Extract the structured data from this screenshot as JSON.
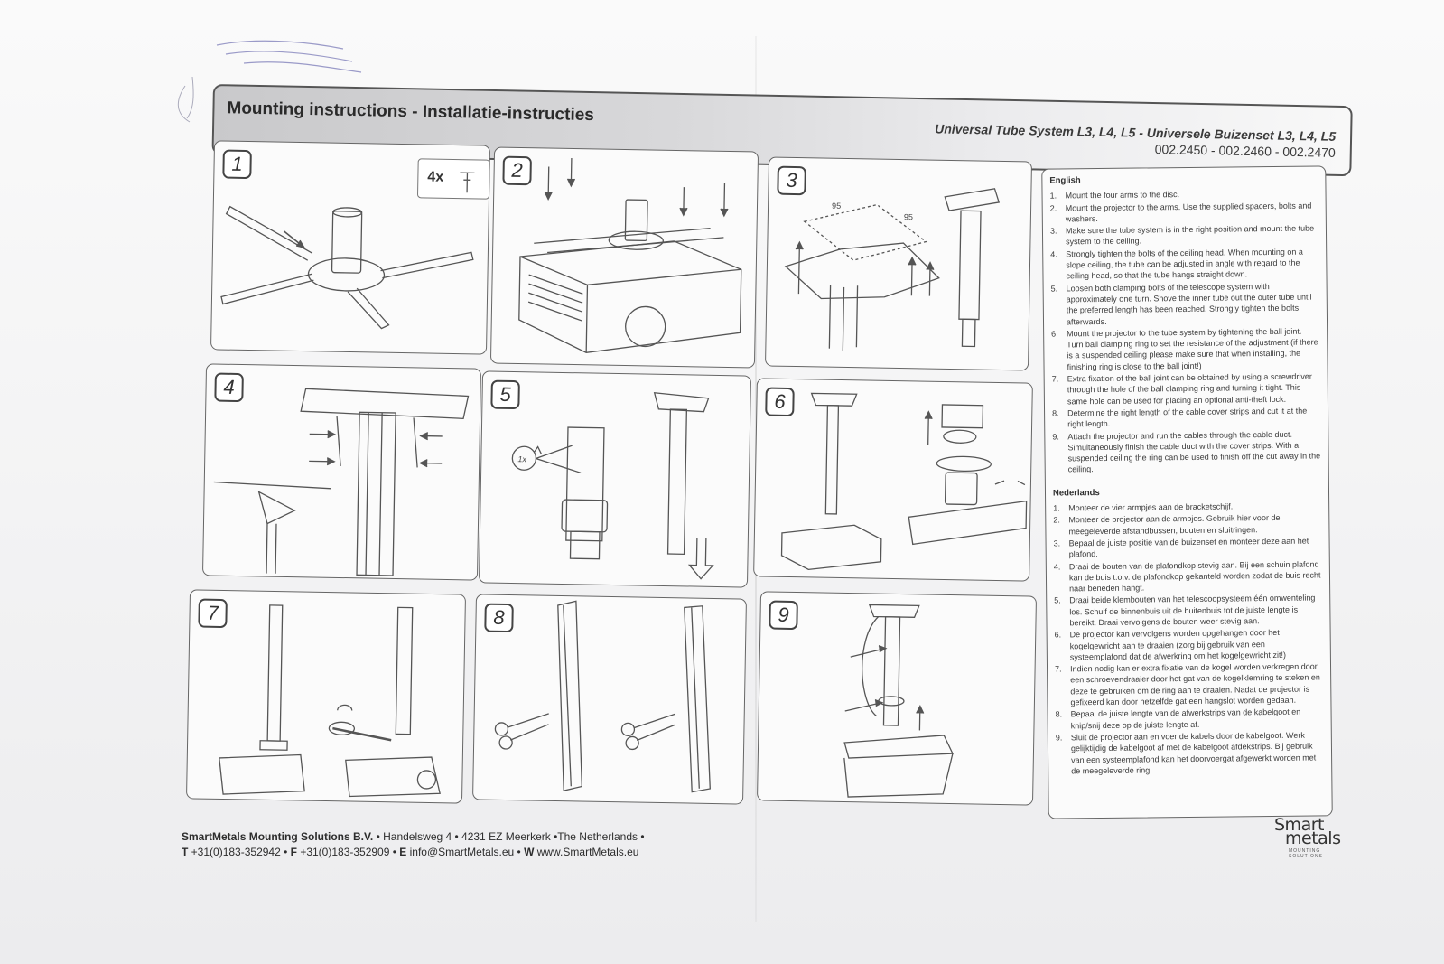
{
  "header": {
    "title": "Mounting instructions - Installatie-instructies",
    "product": "Universal Tube System L3, L4, L5 - Universele Buizenset L3, L4, L5",
    "codes": "002.2450 - 002.2460 - 002.2470"
  },
  "steps": [
    {
      "num": "1",
      "qty": "4x"
    },
    {
      "num": "2"
    },
    {
      "num": "3",
      "dim_a": "95",
      "dim_b": "95"
    },
    {
      "num": "4"
    },
    {
      "num": "5",
      "turns": "1x"
    },
    {
      "num": "6"
    },
    {
      "num": "7"
    },
    {
      "num": "8"
    },
    {
      "num": "9"
    }
  ],
  "english": {
    "heading": "English",
    "items": [
      "Mount the four arms to the disc.",
      "Mount the projector to the arms. Use the supplied spacers, bolts and washers.",
      "Make sure the tube system is in the right position and mount the tube system to the ceiling.",
      "Strongly tighten the bolts of the ceiling head. When mounting on a slope ceiling, the tube can be adjusted in angle with regard to the ceiling head, so that the tube hangs straight down.",
      "Loosen both clamping bolts of the telescope system with approximately one turn. Shove the inner tube out the outer tube until the preferred length has been reached. Strongly tighten the bolts afterwards.",
      "Mount the projector to the tube system by tightening the ball joint. Turn ball clamping ring to set the resistance of the adjustment (if there is a suspended ceiling please make sure that when installing, the finishing ring is close to the ball joint!)",
      "Extra fixation of the ball joint can be obtained by using a screwdriver through the hole of the ball clamping ring and turning it tight. This same hole can be used for placing an optional anti-theft lock.",
      "Determine the right length of the cable cover strips and cut it at the right length.",
      "Attach the projector and run the cables through the cable duct. Simultaneously finish the cable duct with the cover strips. With a suspended ceiling the ring can be used to finish off the cut away in the ceiling."
    ]
  },
  "dutch": {
    "heading": "Nederlands",
    "items": [
      "Monteer de vier armpjes aan de bracketschijf.",
      "Monteer de projector aan de armpjes. Gebruik hier voor de meegeleverde afstandbussen, bouten en sluitringen.",
      "Bepaal de juiste positie van de buizenset en monteer deze aan het plafond.",
      "Draai de bouten van de plafondkop stevig aan. Bij een schuin plafond kan de buis t.o.v. de plafondkop gekanteld worden zodat de buis recht naar beneden hangt.",
      "Draai beide klembouten van het telescoopsysteem één omwenteling los. Schuif de binnenbuis uit de buitenbuis tot de juiste lengte is bereikt. Draai vervolgens de bouten weer stevig aan.",
      "De projector kan vervolgens worden opgehangen door het kogelgewricht aan te draaien (zorg bij gebruik van een systeemplafond dat de afwerkring om het kogelgewricht zit!)",
      "Indien nodig kan er extra fixatie van de kogel worden verkregen door een schroevendraaier door het gat van de kogelklemring te steken en deze te gebruiken om de ring aan te draaien. Nadat de projector is gefixeerd kan door hetzelfde gat een hangslot worden gedaan.",
      "Bepaal de juiste lengte van de afwerkstrips van de kabelgoot en knip/snij deze op de juiste lengte af.",
      "Sluit de projector aan en voer de kabels door de kabelgoot. Werk gelijktijdig de kabelgoot af met de kabelgoot afdekstrips. Bij gebruik van een systeemplafond kan het doorvoergat afgewerkt worden met de meegeleverde ring"
    ]
  },
  "footer": {
    "company": "SmartMetals Mounting Solutions B.V.",
    "address": " • Handelsweg 4 • 4231 EZ Meerkerk •The Netherlands •",
    "t_label": "T",
    "phone": " +31(0)183-352942 • ",
    "f_label": "F",
    "fax": " +31(0)183-352909 • ",
    "e_label": "E",
    "email": " info@SmartMetals.eu • ",
    "w_label": "W",
    "web": " www.SmartMetals.eu"
  },
  "logo": {
    "line1": "Smart",
    "line2": "metals",
    "tagline": "MOUNTING SOLUTIONS"
  }
}
